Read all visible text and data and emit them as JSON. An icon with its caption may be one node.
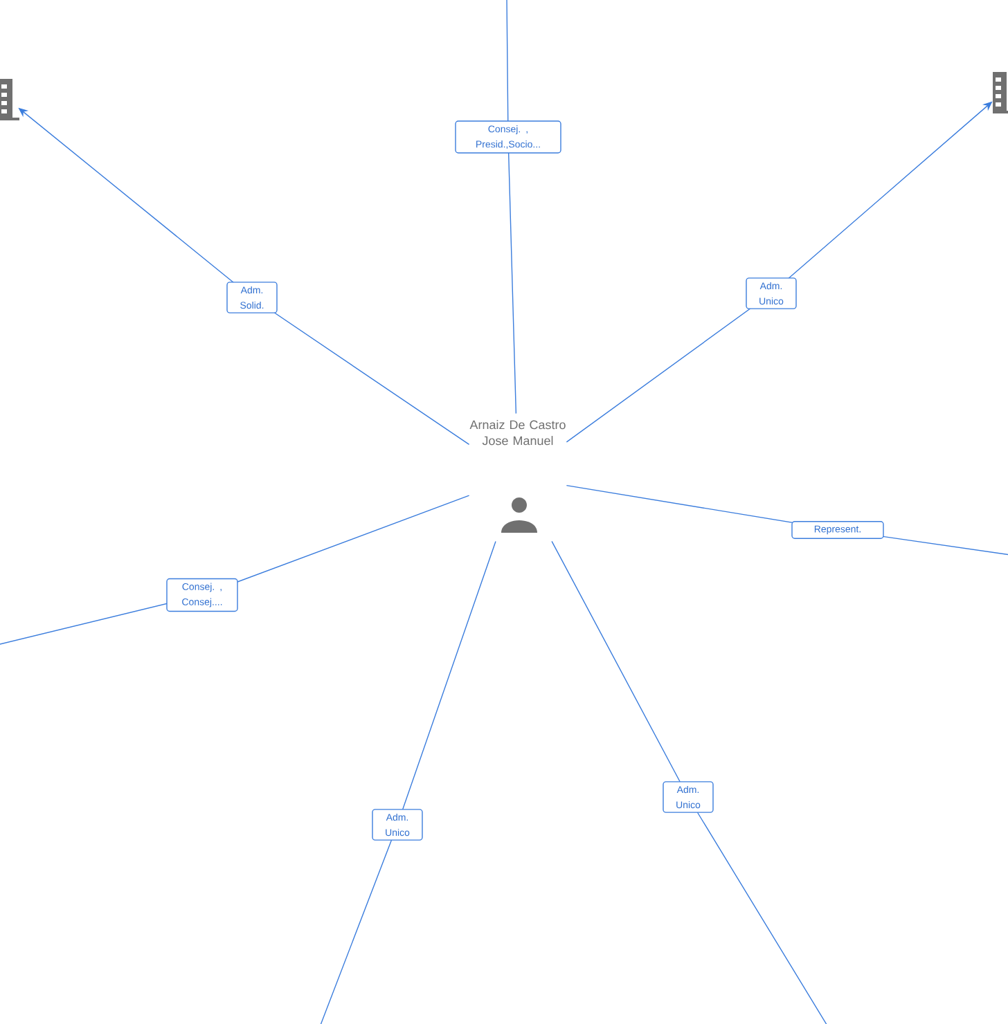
{
  "diagram": {
    "nodes": [
      {
        "text": [
          "Arnaiz De Castro Jose Manuel"
        ]
      },
      {
        "text": [],
        "shape": "building"
      },
      {
        "text": [],
        "shape": "building"
      }
    ],
    "edges": [
      {
        "from": 0,
        "to": null,
        "arrow": "none",
        "label": "Consej. , Presid.,Socio..."
      },
      {
        "from": 0,
        "to": 1,
        "arrow": "to",
        "label": "Adm. Solid."
      },
      {
        "from": 0,
        "to": 2,
        "arrow": "to",
        "label": "Adm. Unico"
      },
      {
        "from": 0,
        "to": null,
        "arrow": "none",
        "label": "Represent."
      },
      {
        "from": 0,
        "to": null,
        "arrow": "none",
        "label": "Consej. , Consej...."
      },
      {
        "from": 0,
        "to": null,
        "arrow": "none",
        "label": "Adm. Unico"
      },
      {
        "from": 0,
        "to": null,
        "arrow": "none",
        "label": "Adm. Unico"
      }
    ]
  }
}
